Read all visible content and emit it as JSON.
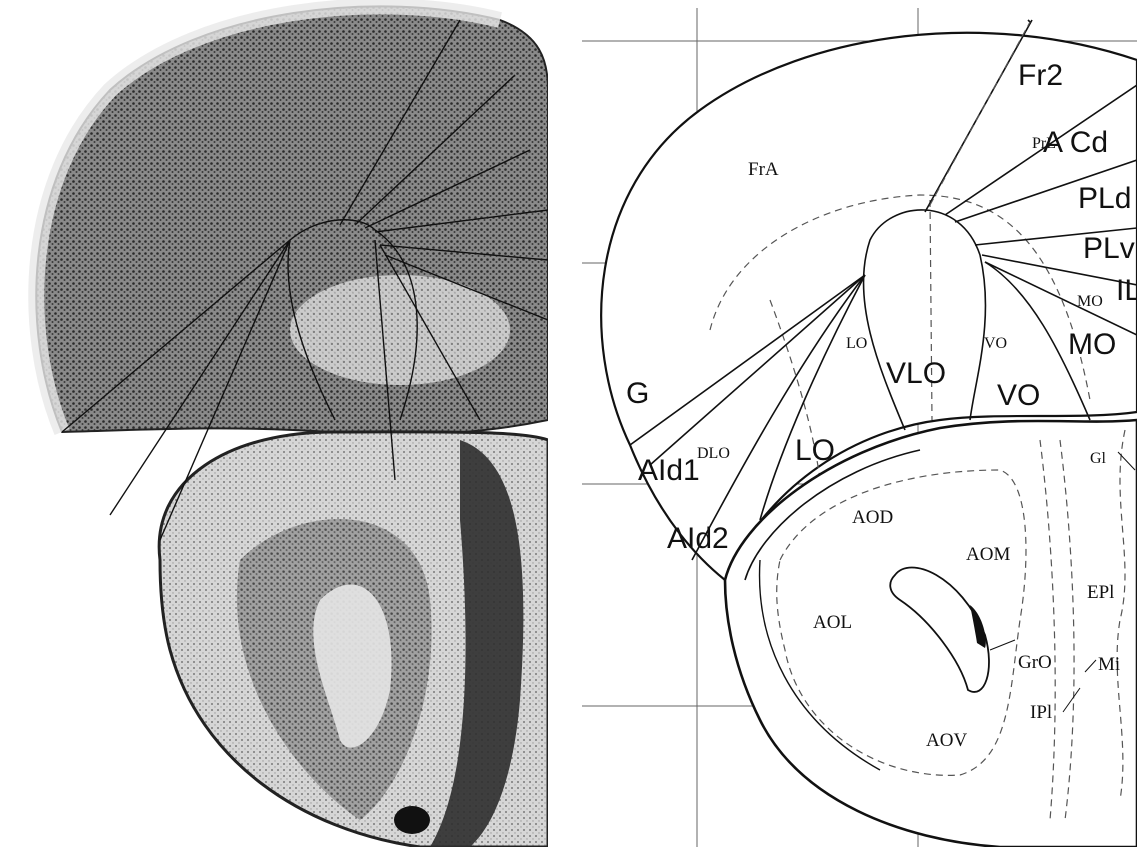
{
  "figure": {
    "labels": {
      "fr2": "Fr2",
      "a_cd": "A Cd",
      "prl": "PrL",
      "frA": "FrA",
      "pld": "PLd",
      "plv": "PLv",
      "il": "IL",
      "mo_small": "MO",
      "lo_small": "LO",
      "vo_small": "VO",
      "mo_big": "MO",
      "vlo": "VLO",
      "vo_big": "VO",
      "g": "G",
      "dlo": "DLO",
      "aid1": "AId1",
      "lo_big": "LO",
      "aid2": "AId2",
      "aod": "AOD",
      "aom": "AOM",
      "aol": "AOL",
      "aov": "AOV",
      "gro": "GrO",
      "ipl": "IPl",
      "mi": "Mi",
      "epl": "EPl",
      "gl": "Gl"
    },
    "colors": {
      "line": "#111111",
      "grid": "#555555",
      "tissue_dark": "#3a3a3a",
      "tissue_light": "#d9d9d9"
    }
  }
}
